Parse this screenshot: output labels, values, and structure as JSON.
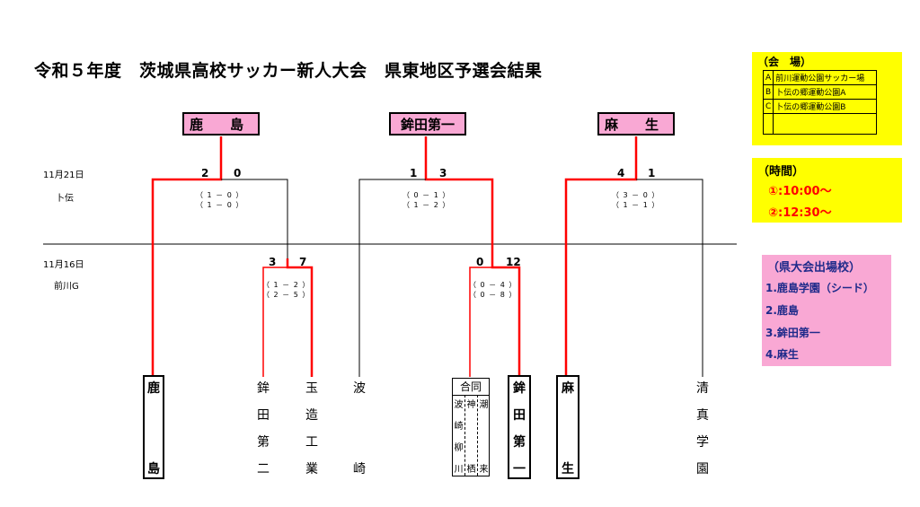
{
  "title": "令和５年度　茨城県高校サッカー新人大会　県東地区予選会結果",
  "winners": [
    "鹿　　島",
    "鉾田第一",
    "麻　　生"
  ],
  "rounds": {
    "final": {
      "date": "11月21日",
      "venue": "卜伝"
    },
    "first": {
      "date": "11月16日",
      "venue": "前川G"
    }
  },
  "matches": {
    "m1": {
      "left": "2",
      "right": "0",
      "sets": [
        "（ 1 － 0 ）",
        "（ 1 － 0 ）"
      ]
    },
    "m2": {
      "left": "1",
      "right": "3",
      "sets": [
        "（ 0 － 1 ）",
        "（ 1 － 2 ）"
      ]
    },
    "m3": {
      "left": "4",
      "right": "1",
      "sets": [
        "（ 3 － 0 ）",
        "（ 1 － 1 ）"
      ]
    },
    "m4": {
      "left": "3",
      "right": "7",
      "sets": [
        "（ 1 － 2 ）",
        "（ 2 － 5 ）"
      ]
    },
    "m5": {
      "left": "0",
      "right": "12",
      "sets": [
        "（ 0 － 4 ）",
        "（ 0 － 8 ）"
      ]
    }
  },
  "teams": {
    "kashima": [
      "鹿",
      "",
      "",
      "島"
    ],
    "hokota_daiichi_left": [
      "鉾",
      "田",
      "第",
      "二"
    ],
    "gyokuzo": [
      "玉",
      "造",
      "工",
      "業"
    ],
    "hasaki": [
      "波",
      "",
      "",
      "崎"
    ],
    "godo_header": "合同",
    "godo_cols": [
      [
        "波",
        "崎",
        "柳",
        "川"
      ],
      [
        "神",
        "栖"
      ],
      [
        "潮",
        "来"
      ]
    ],
    "hokota_daiichi": [
      "鉾",
      "田",
      "第",
      "一"
    ],
    "aso": [
      "麻",
      "",
      "",
      "生"
    ],
    "seishin": [
      "清",
      "真",
      "学",
      "園"
    ]
  },
  "venue_panel": {
    "heading": "（会　場）",
    "rows": [
      {
        "key": "A",
        "name": "前川運動公園サッカー場"
      },
      {
        "key": "B",
        "name": "卜伝の郷運動公園A"
      },
      {
        "key": "C",
        "name": "卜伝の郷運動公園B"
      },
      {
        "key": "",
        "name": ""
      }
    ]
  },
  "time_panel": {
    "heading": "（時間）",
    "slots": [
      "①:10:00～",
      "②:12:30～"
    ]
  },
  "qualified_panel": {
    "heading": "（県大会出場校）",
    "items": [
      "1.鹿島学園（シード）",
      "2.鹿島",
      "3.鉾田第一",
      "4.麻生"
    ]
  },
  "colors": {
    "win_line": "#ff0000",
    "lose_line": "#000000",
    "winner_fill": "#f9a8d4",
    "panel_yellow": "#ffff00",
    "panel_pink": "#f9a8d4"
  }
}
